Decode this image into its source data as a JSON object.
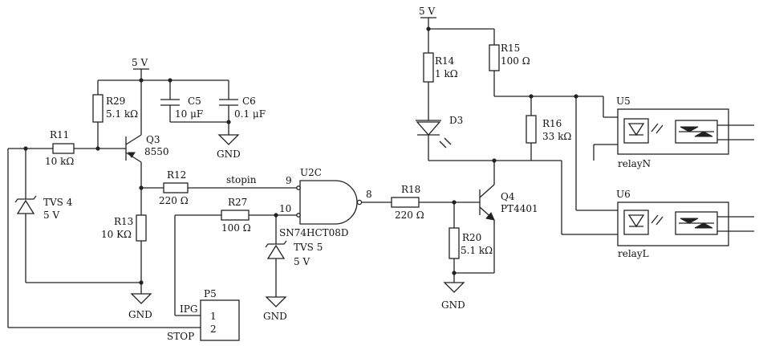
{
  "supply": {
    "top_left": "5 V",
    "top_right": "5 V"
  },
  "ground": {
    "label": "GND"
  },
  "resistors": {
    "r11": {
      "name": "R11",
      "value": "10 kΩ"
    },
    "r12": {
      "name": "R12",
      "value": "220 Ω"
    },
    "r13": {
      "name": "R13",
      "value": "10 KΩ"
    },
    "r14": {
      "name": "R14",
      "value": "1 kΩ"
    },
    "r15": {
      "name": "R15",
      "value": "100 Ω"
    },
    "r16": {
      "name": "R16",
      "value": "33 kΩ"
    },
    "r18": {
      "name": "R18",
      "value": "220 Ω"
    },
    "r20": {
      "name": "R20",
      "value": "5.1 kΩ"
    },
    "r27": {
      "name": "R27",
      "value": "100 Ω"
    },
    "r29": {
      "name": "R29",
      "value": "5.1 kΩ"
    }
  },
  "capacitors": {
    "c5": {
      "name": "C5",
      "value": "10 μF"
    },
    "c6": {
      "name": "C6",
      "value": "0.1 μF"
    }
  },
  "transistors": {
    "q3": {
      "name": "Q3",
      "part": "8550"
    },
    "q4": {
      "name": "Q4",
      "part": "PT4401"
    }
  },
  "tvs": {
    "tvs4": {
      "name": "TVS 4",
      "value": "5 V"
    },
    "tvs5": {
      "name": "TVS 5",
      "value": "5 V"
    }
  },
  "gate": {
    "ref": "U2C",
    "part": "SN74HCT08D",
    "pin_in_a": "9",
    "pin_in_b": "10",
    "pin_out": "8",
    "net_stopin": "stopin"
  },
  "led": {
    "name": "D3"
  },
  "connector": {
    "ref": "P5",
    "pin1": "1",
    "pin2": "2",
    "net_ipg": "IPG",
    "net_stop": "STOP"
  },
  "relays": {
    "u5": {
      "ref": "U5",
      "name": "relayN"
    },
    "u6": {
      "ref": "U6",
      "name": "relayL"
    }
  }
}
